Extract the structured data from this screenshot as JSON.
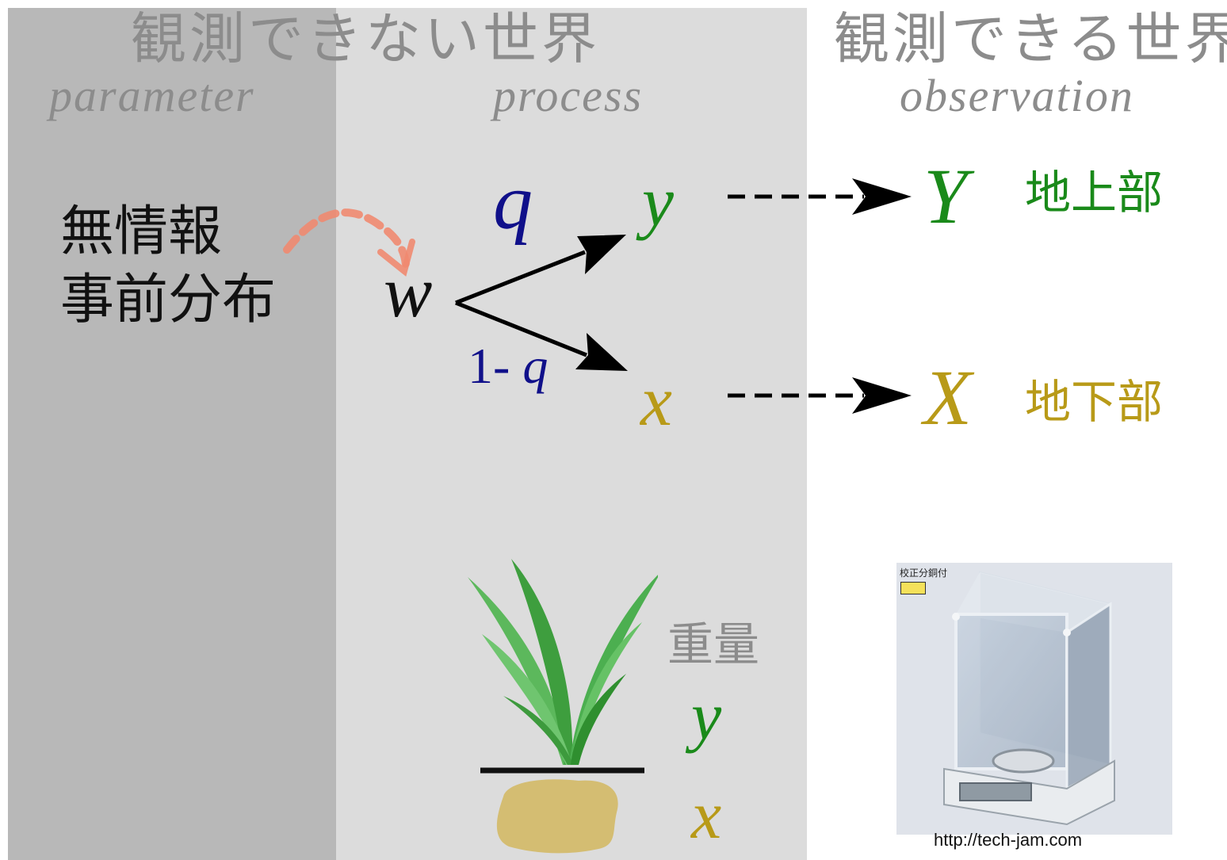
{
  "titles": {
    "unobservable": "観測できない世界",
    "observable": "観測できる世界"
  },
  "sections": {
    "parameter": "parameter",
    "process": "process",
    "observation": "observation"
  },
  "prior": {
    "line1": "無情報",
    "line2": "事前分布"
  },
  "variables": {
    "w": "w",
    "q": "q",
    "one_minus_q": "1- q",
    "y": "y",
    "x": "x",
    "Y": "Y",
    "X": "X"
  },
  "labels": {
    "above_ground": "地上部",
    "below_ground": "地下部",
    "weight": "重量"
  },
  "photo": {
    "tag": "校正分銅付",
    "caption": "http://tech-jam.com"
  },
  "colors": {
    "green": "#1a8a1a",
    "gold": "#b89a18",
    "navy": "#10108a",
    "salmon": "#f08a70",
    "gray_text": "#8c8c8c"
  }
}
